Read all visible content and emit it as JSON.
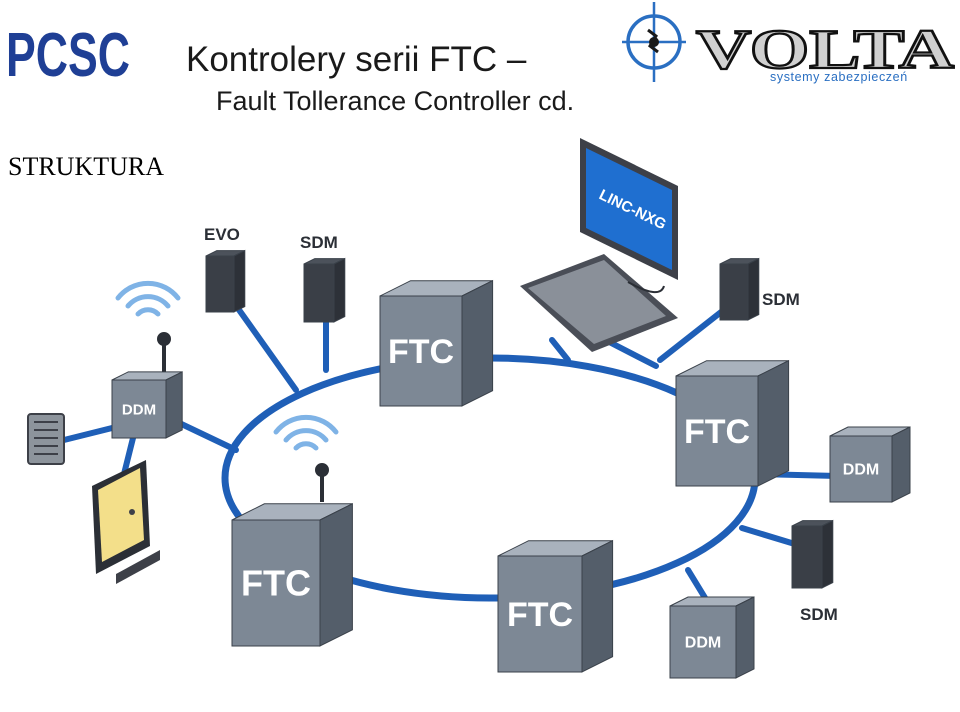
{
  "header": {
    "logo_left_text": "PCSC",
    "title": "Kontrolery serii FTC –",
    "subtitle": "Fault Tollerance Controller cd.",
    "logo_right_text": "VOLTA",
    "logo_right_tagline": "systemy zabezpieczeń"
  },
  "section_label": "STRUKTURA",
  "diagram": {
    "controllers": [
      {
        "label": "FTC"
      },
      {
        "label": "FTC"
      },
      {
        "label": "FTC"
      },
      {
        "label": "FTC"
      }
    ],
    "monitor_text": "LINC-NXG",
    "devices": [
      {
        "label": "EVO"
      },
      {
        "label": "SDM"
      },
      {
        "label": "SDM"
      },
      {
        "label": "DDM"
      },
      {
        "label": "SDM"
      },
      {
        "label": "DDM"
      },
      {
        "label": "DDM"
      }
    ],
    "colors": {
      "ring": "#1f5fb7",
      "box_front": "#7d8895",
      "box_side": "#545e6a",
      "box_top": "#a9b2bd",
      "wifi": "#7fb3e6",
      "door": "#f3df8a",
      "pcsc_blue": "#1f3f95",
      "volta_blue": "#2a6fc2"
    }
  }
}
